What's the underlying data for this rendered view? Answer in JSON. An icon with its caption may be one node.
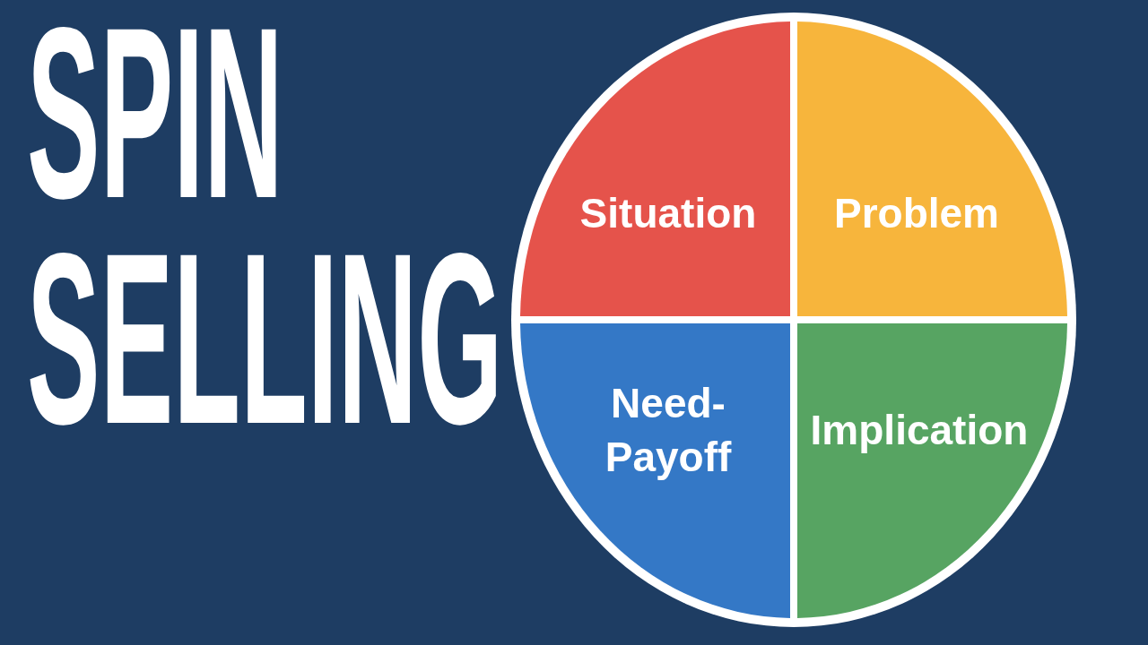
{
  "diagram": {
    "title": "SPIN SELLING",
    "nodes": [
      {
        "text": [
          "Situation"
        ]
      },
      {
        "text": [
          "Problem"
        ]
      },
      {
        "text": [
          "Need-Payoff"
        ]
      },
      {
        "text": [
          "Implication"
        ]
      }
    ]
  }
}
